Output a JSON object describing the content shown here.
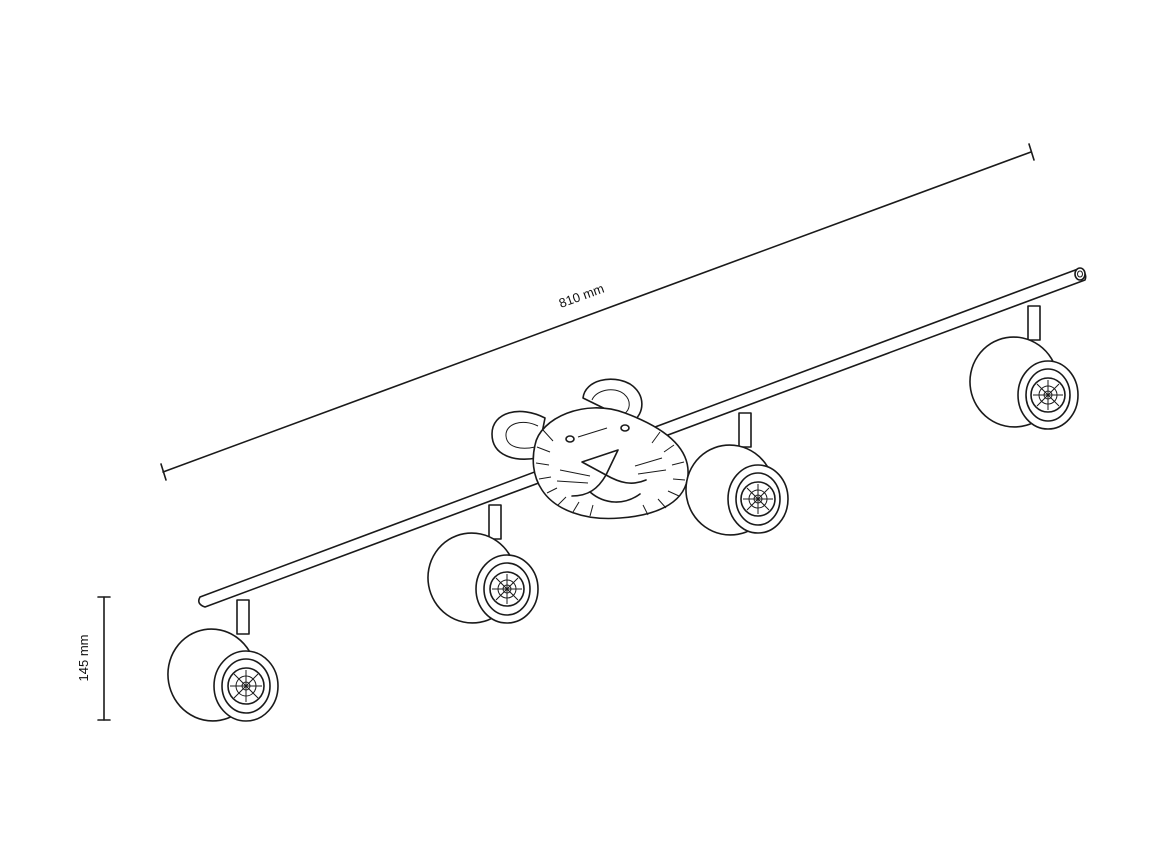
{
  "dimensions": {
    "length_label": "810 mm",
    "height_label": "145 mm"
  },
  "lamp": {
    "spotlight_count": 4,
    "centerpiece": "lion-face",
    "line_color": "#1a1a1a",
    "background_color": "#ffffff"
  }
}
